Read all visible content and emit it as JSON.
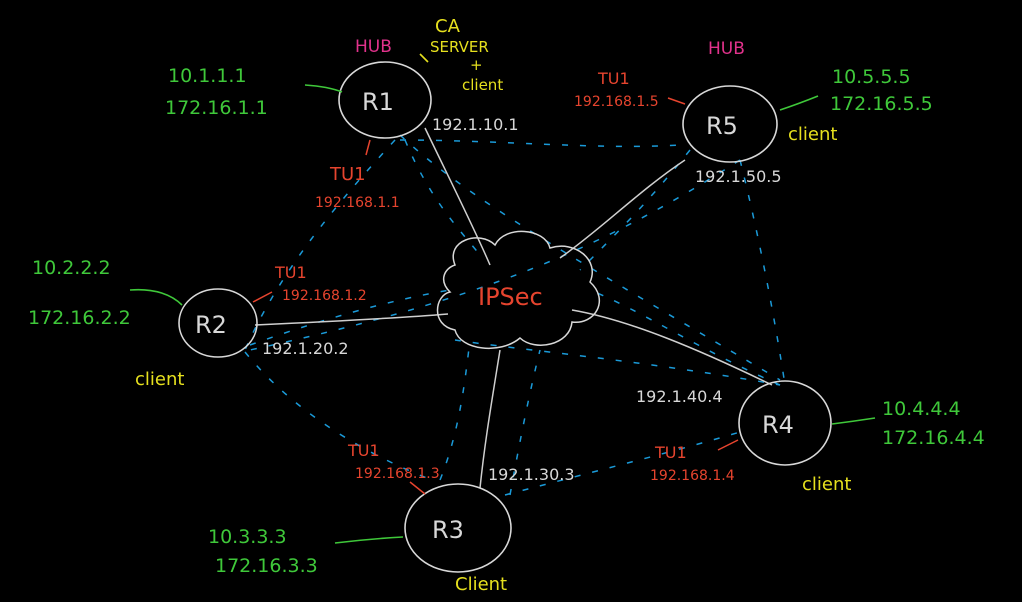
{
  "colors": {
    "background": "#000000",
    "lan": "#3fc83a",
    "role": "#e6e01e",
    "hub": "#e2328c",
    "tunnel_label": "#e6442e",
    "tunnel": "#1a9ad8",
    "physical": "#d8d8d8"
  },
  "cloud": {
    "label": "IPSec"
  },
  "r1": {
    "name": "R1",
    "role": "HUB",
    "note1": "CA",
    "note2": "SERVER",
    "note3": "+",
    "note4": "client",
    "lan1": "10.1.1.1",
    "lan2": "172.16.1.1",
    "wan": "192.1.10.1",
    "tun_if": "TU1",
    "tun_ip": "192.168.1.1"
  },
  "r5": {
    "name": "R5",
    "role": "HUB",
    "lan1": "10.5.5.5",
    "lan2": "172.16.5.5",
    "wan": "192.1.50.5",
    "tun_if": "TU1",
    "tun_ip": "192.168.1.5",
    "type": "client"
  },
  "r2": {
    "name": "R2",
    "lan1": "10.2.2.2",
    "lan2": "172.16.2.2",
    "wan": "192.1.20.2",
    "tun_if": "TU1",
    "tun_ip": "192.168.1.2",
    "type": "client"
  },
  "r3": {
    "name": "R3",
    "lan1": "10.3.3.3",
    "lan2": "172.16.3.3",
    "wan": "192.1.30.3",
    "tun_if": "TU1",
    "tun_ip": "192.168.1.3",
    "type": "Client"
  },
  "r4": {
    "name": "R4",
    "lan1": "10.4.4.4",
    "lan2": "172.16.4.4",
    "wan": "192.1.40.4",
    "tun_if": "TU1",
    "tun_ip": "192.168.1.4",
    "type": "client"
  }
}
